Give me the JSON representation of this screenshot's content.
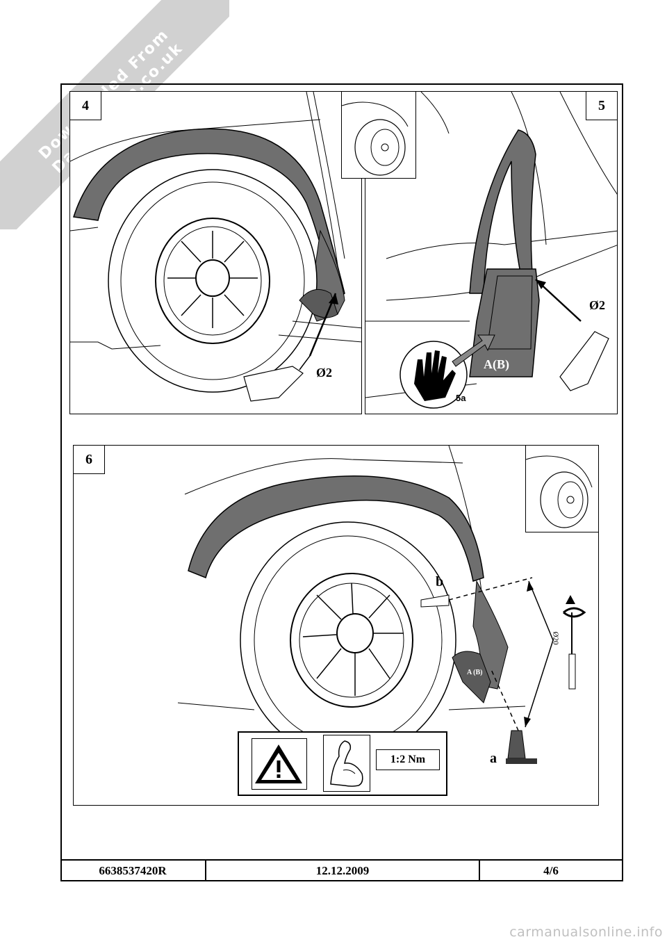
{
  "watermark": {
    "line1": "Downloaded From",
    "line2": "DaciaForum.co.uk"
  },
  "steps": {
    "step4": "4",
    "step5": "5",
    "step6": "6"
  },
  "labels": {
    "drill4": "Ø2",
    "drill5": "Ø2",
    "part5": "A(B)",
    "callout5a": "5a",
    "part6": "A (B)",
    "screw_b": "b",
    "screw_a": "a",
    "tool_spec": "Ø20",
    "torque": "1:2 Nm"
  },
  "icons": [
    "warning-triangle-icon",
    "flexed-arm-icon",
    "hand-icon",
    "drill-icon",
    "screwdriver-icon",
    "rotation-arrow-icon"
  ],
  "colors": {
    "part_fill": "#6f6f6f",
    "line": "#000000",
    "watermark": "#c9c9c9"
  },
  "footer": {
    "part_number": "6638537420R",
    "date": "12.12.2009",
    "page": "4/6"
  },
  "site": "carmanualsonline.info"
}
